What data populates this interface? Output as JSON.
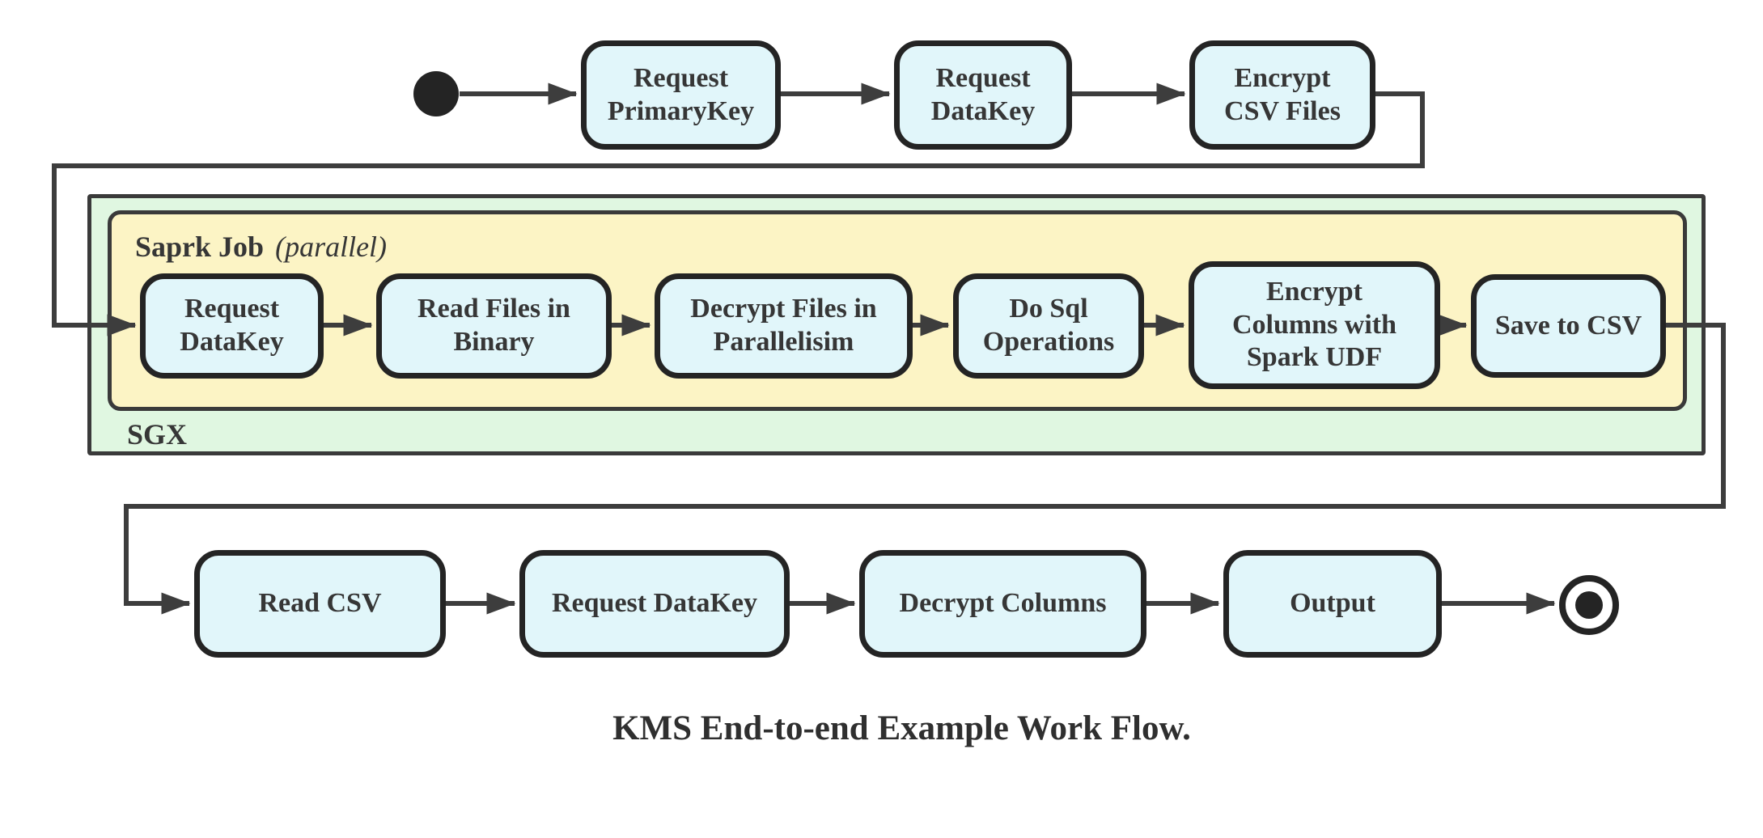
{
  "colors": {
    "node_fill": "#e1f6fa",
    "node_stroke": "#242424",
    "container_stroke": "#3a3a3a",
    "edge": "#3d3d3d",
    "text": "#363636",
    "sgx_fill": "#e0f7e1",
    "spark_fill": "#fcf4c5"
  },
  "diagram": {
    "caption": "KMS End-to-end Example Work Flow.",
    "containers": {
      "sgx": {
        "label": "SGX"
      },
      "spark_job": {
        "label": "Saprk Job",
        "annotation": "(parallel)"
      }
    },
    "nodes": {
      "start_row": [
        {
          "lines": [
            "Request",
            "PrimaryKey"
          ]
        },
        {
          "lines": [
            "Request",
            "DataKey"
          ]
        },
        {
          "lines": [
            "Encrypt",
            "CSV Files"
          ]
        }
      ],
      "sgx_row": [
        {
          "lines": [
            "Request",
            "DataKey"
          ]
        },
        {
          "lines": [
            "Read Files in",
            "Binary"
          ]
        },
        {
          "lines": [
            "Decrypt Files in",
            "Parallelisim"
          ]
        },
        {
          "lines": [
            "Do Sql",
            "Operations"
          ]
        },
        {
          "lines": [
            "Encrypt",
            "Columns with",
            "Spark UDF"
          ]
        },
        {
          "lines": [
            "Save to CSV"
          ]
        }
      ],
      "output_row": [
        {
          "lines": [
            "Read CSV"
          ]
        },
        {
          "lines": [
            "Request DataKey"
          ]
        },
        {
          "lines": [
            "Decrypt Columns"
          ]
        },
        {
          "lines": [
            "Output"
          ]
        }
      ]
    }
  }
}
